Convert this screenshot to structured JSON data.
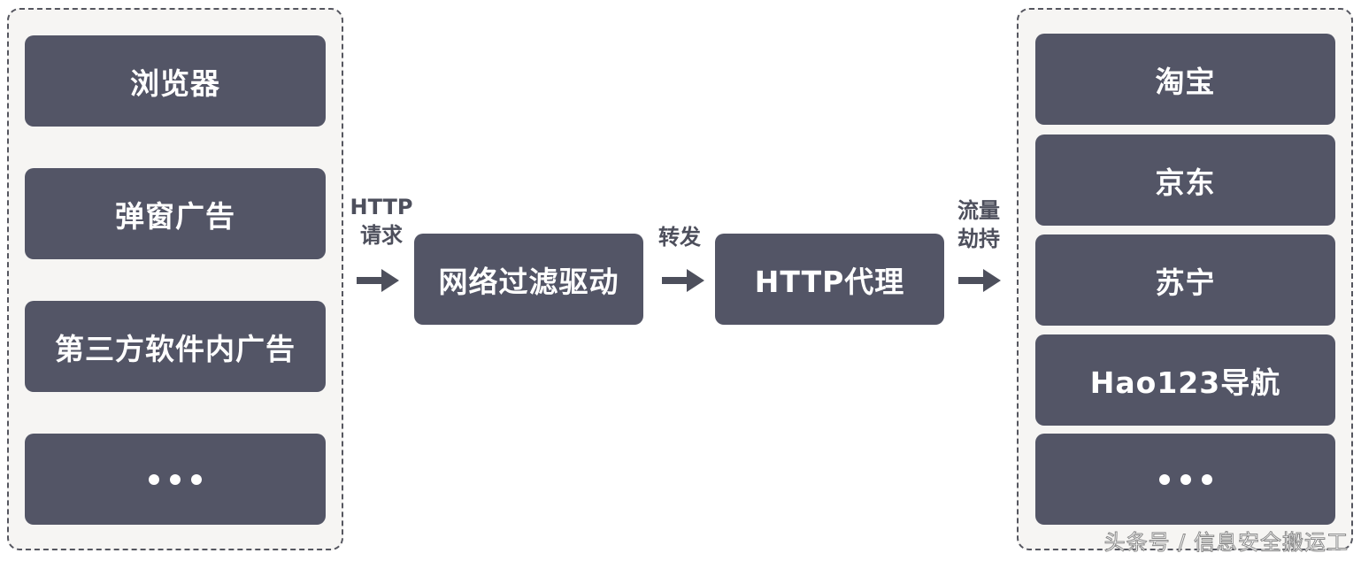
{
  "sources": {
    "items": [
      {
        "label": "浏览器"
      },
      {
        "label": "弹窗广告"
      },
      {
        "label": "第三方软件内广告"
      },
      {
        "label": "...",
        "icon": "ellipsis-icon"
      }
    ]
  },
  "flow": {
    "edge1": {
      "line1": "HTTP",
      "line2": "请求"
    },
    "node1": {
      "label": "网络过滤驱动"
    },
    "edge2": {
      "label": "转发"
    },
    "node2": {
      "label": "HTTP代理"
    },
    "edge3": {
      "line1": "流量",
      "line2": "劫持"
    }
  },
  "targets": {
    "items": [
      {
        "label": "淘宝"
      },
      {
        "label": "京东"
      },
      {
        "label": "苏宁"
      },
      {
        "label": "Hao123导航"
      },
      {
        "label": "...",
        "icon": "ellipsis-icon"
      }
    ]
  },
  "watermark": "头条号 / 信息安全搬运工",
  "colors": {
    "box": "#535566",
    "group_bg": "#f6f5f3",
    "border": "#55565f",
    "text": "#ffffff"
  }
}
